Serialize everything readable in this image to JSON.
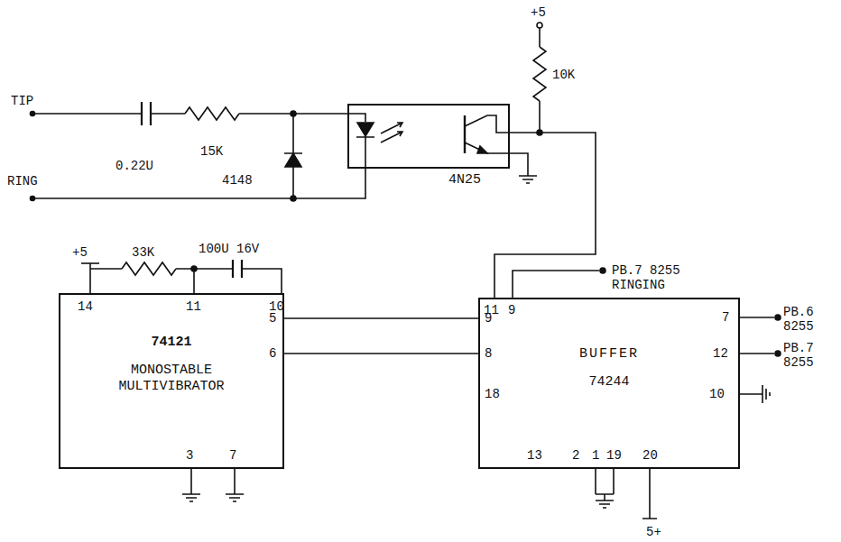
{
  "diagram": {
    "nodes": [
      {
        "text": [
          "4N25"
        ]
      },
      {
        "text": [
          "74121",
          "MONOSTABLE MULTIVIBRATOR"
        ]
      },
      {
        "text": [
          "BUFFER",
          "74244"
        ]
      }
    ],
    "edges": [
      {
        "from": 1,
        "to": 2,
        "arrow": "none"
      },
      {
        "from": 1,
        "to": 2,
        "arrow": "none"
      },
      {
        "from": 0,
        "to": 2,
        "arrow": "none"
      }
    ],
    "labels": [
      "TIP",
      "RING",
      "0.22U",
      "15K",
      "4148",
      "+5",
      "10K",
      "+5",
      "33K",
      "100U 16V",
      "14",
      "11",
      "10",
      "5",
      "6",
      "3",
      "7",
      "PB.7 8255 RINGING",
      "11",
      "9",
      "9",
      "8",
      "18",
      "13",
      "2",
      "1",
      "19",
      "20",
      "7",
      "12",
      "10",
      "PB.6 8255",
      "PB.7 8255",
      "5+"
    ]
  }
}
